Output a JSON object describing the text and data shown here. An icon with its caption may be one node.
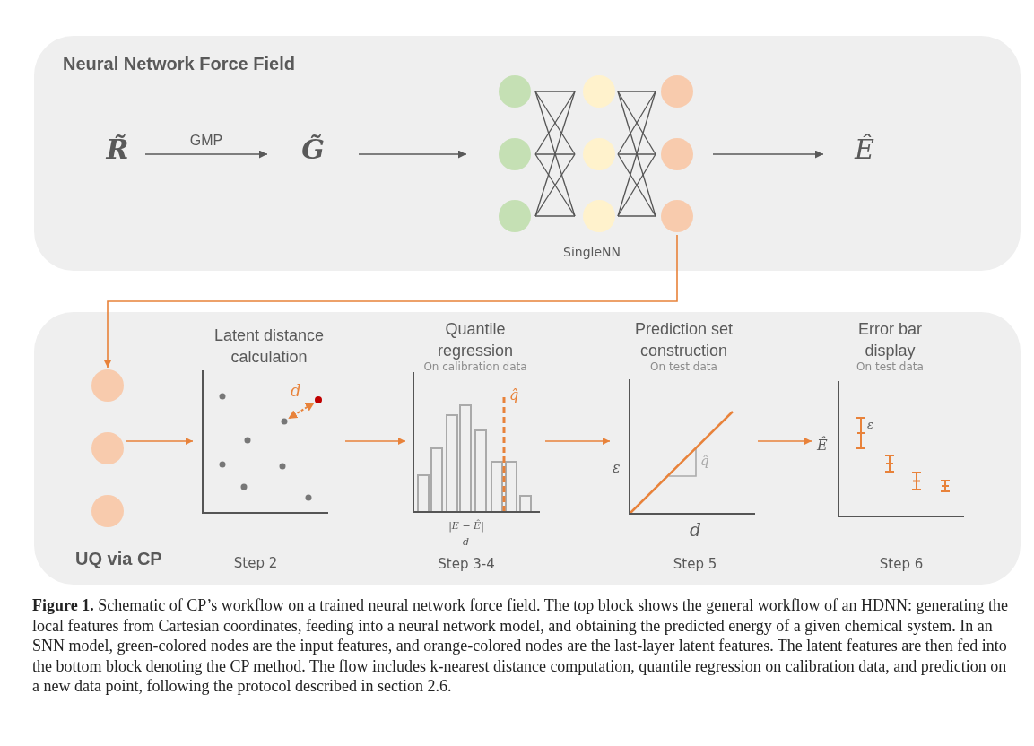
{
  "diagram": {
    "nodes": [
      {
        "text": [
          "Neural Network Force Field"
        ]
      },
      {
        "text": [
          "R̃"
        ],
        "in": 0
      },
      {
        "text": [
          "G̃"
        ],
        "in": 0
      },
      {
        "text": [],
        "shape": "picture",
        "beside": [
          "SingleNN"
        ],
        "in": 0
      },
      {
        "text": [
          "Ê"
        ],
        "in": 0
      },
      {
        "text": [
          "UQ via CP"
        ]
      },
      {
        "text": [],
        "shape": "circle",
        "in": 5
      },
      {
        "text": [
          "Latent distance calculation",
          "d"
        ],
        "beside": [
          "Step 2"
        ],
        "in": 5
      },
      {
        "text": [
          "Quantile regression",
          "On calibration data",
          "q̂",
          "|E − Ê|",
          "d"
        ],
        "beside": [
          "Step 3-4"
        ],
        "in": 5
      },
      {
        "text": [
          "Prediction set construction",
          "On test data",
          "ε",
          "q̂",
          "d"
        ],
        "beside": [
          "Step 5"
        ],
        "in": 5
      },
      {
        "text": [
          "Error bar display",
          "On test data",
          "Ê",
          "ε"
        ],
        "beside": [
          "Step 6"
        ],
        "in": 5
      }
    ],
    "edges": [
      {
        "from": 1,
        "to": 2,
        "arrow": "to",
        "label": "GMP",
        "color": "#595959"
      },
      {
        "from": 2,
        "to": 3,
        "arrow": "to",
        "color": "#595959"
      },
      {
        "from": 3,
        "to": 4,
        "arrow": "to",
        "color": "#595959"
      },
      {
        "from": 3,
        "to": 6,
        "arrow": "to"
      },
      {
        "from": 6,
        "to": 7,
        "arrow": "to"
      },
      {
        "from": 7,
        "to": 8,
        "arrow": "to"
      },
      {
        "from": 8,
        "to": 9,
        "arrow": "to"
      },
      {
        "from": 9,
        "to": 10,
        "arrow": "to"
      }
    ],
    "caption": "**Figure 1.** Schematic of CP’s workflow on a trained neural network force field. The top block shows the general workflow of an HDNN: generating the local features from Cartesian coordinates, feeding into a neural network model, and obtaining the predicted energy of a given chemical system. In an SNN model, green-colored nodes are the input features, and orange-colored nodes are the last-layer latent features. The latent features are then fed into the bottom block denoting the CP method. The flow includes k-nearest distance computation, quantile regression on calibration data, and prediction on a new data point, following the protocol described in section 2.6."
  }
}
